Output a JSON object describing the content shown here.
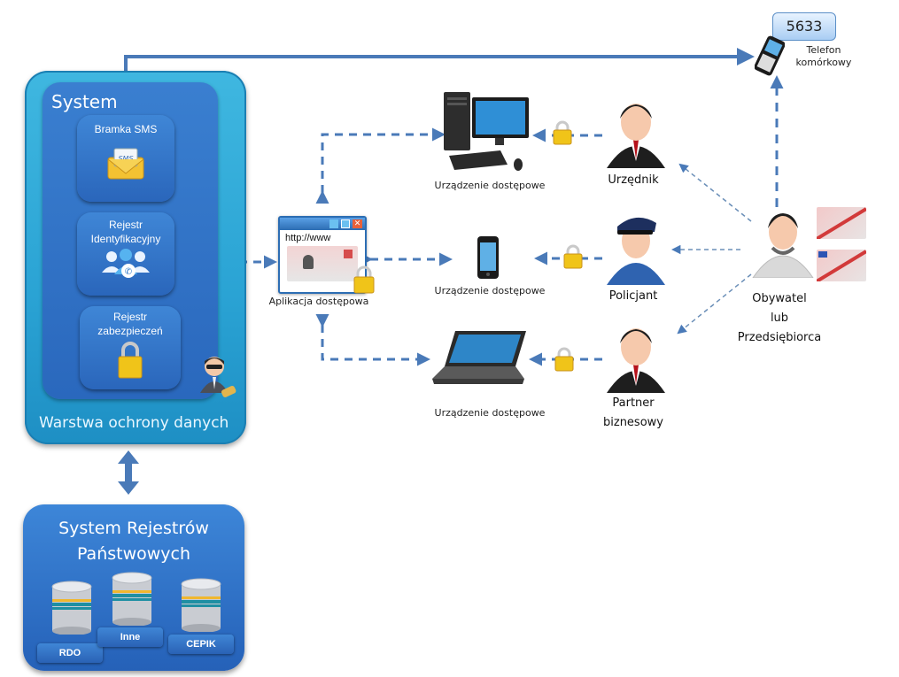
{
  "system": {
    "title": "System",
    "layer_title": "Warstwa ochrony danych",
    "modules": [
      {
        "label": "Bramka SMS",
        "icon": "sms-envelope-icon"
      },
      {
        "label": "Rejestr Identyfikacyjny",
        "icon": "users-phone-icon"
      },
      {
        "label": "Rejestr zabezpieczeń",
        "icon": "padlock-icon"
      }
    ],
    "guard_icon": "security-officer-icon"
  },
  "registries": {
    "title_line1": "System Rejestrów",
    "title_line2": "Państwowych",
    "databases": [
      {
        "label": "RDO"
      },
      {
        "label": "Inne"
      },
      {
        "label": "CEPIK"
      }
    ]
  },
  "app": {
    "url": "http://www",
    "label": "Aplikacja dostępowa"
  },
  "devices": [
    {
      "label": "Urządzenie dostępowe",
      "icon": "desktop-computer-icon"
    },
    {
      "label": "Urządzenie dostępowe",
      "icon": "smartphone-icon"
    },
    {
      "label": "Urządzenie dostępowe",
      "icon": "laptop-icon"
    }
  ],
  "actors": [
    {
      "label": "Urzędnik"
    },
    {
      "label": "Policjant"
    },
    {
      "label_line1": "Partner",
      "label_line2": "biznesowy"
    }
  ],
  "citizen": {
    "line1": "Obywatel",
    "line2": "lub",
    "line3": "Przedsiębiorca"
  },
  "phone": {
    "code": "5633",
    "label_line1": "Telefon",
    "label_line2": "komórkowy"
  },
  "colors": {
    "arrow": "#4a7ab8",
    "outer_layer": "#2aa3d4",
    "inner_system": "#2a68bd",
    "lock": "#f0c419"
  }
}
